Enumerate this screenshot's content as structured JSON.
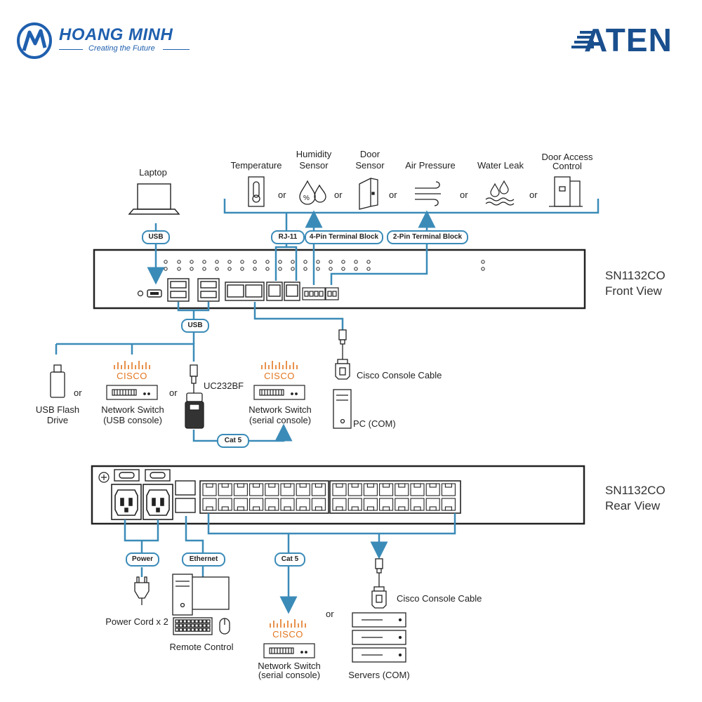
{
  "brand": {
    "logo_text": "HOANG MINH",
    "tagline": "Creating the Future",
    "partner_logo": "ATEN"
  },
  "colors": {
    "cable": "#3b8bb8",
    "outline": "#222222",
    "cisco": "#e2761f",
    "brand_blue": "#1f5fae"
  },
  "front": {
    "title_line1": "SN1132CO",
    "title_line2": "Front View",
    "laptop_label": "Laptop",
    "sensors": {
      "temperature": "Temperature",
      "humidity_l1": "Humidity",
      "humidity_l2": "Sensor",
      "door_l1": "Door",
      "door_l2": "Sensor",
      "air": "Air Pressure",
      "water": "Water Leak",
      "access_l1": "Door Access",
      "access_l2": "Control"
    },
    "or": "or",
    "pills": {
      "usb_top": "USB",
      "rj11": "RJ-11",
      "pin4": "4-Pin Terminal Block",
      "pin2": "2-Pin Terminal Block",
      "usb_bottom": "USB",
      "cat5": "Cat 5"
    },
    "usb_flash_l1": "USB Flash",
    "usb_flash_l2": "Drive",
    "cisco_text": "CISCO",
    "switch_usb_l1": "Network Switch",
    "switch_usb_l2": "(USB console)",
    "uc232bf": "UC232BF",
    "switch_serial_l1": "Network Switch",
    "switch_serial_l2": "(serial console)",
    "cisco_cable": "Cisco Console Cable",
    "pc_com": "PC (COM)"
  },
  "rear": {
    "title_line1": "SN1132CO",
    "title_line2": "Rear View",
    "pills": {
      "power": "Power",
      "ethernet": "Ethernet",
      "cat5": "Cat 5"
    },
    "power_cord": "Power Cord x 2",
    "remote_control": "Remote Control",
    "cisco_text": "CISCO",
    "switch_serial_l1": "Network Switch",
    "switch_serial_l2": "(serial console)",
    "or": "or",
    "cisco_cable": "Cisco Console Cable",
    "servers": "Servers (COM)"
  }
}
